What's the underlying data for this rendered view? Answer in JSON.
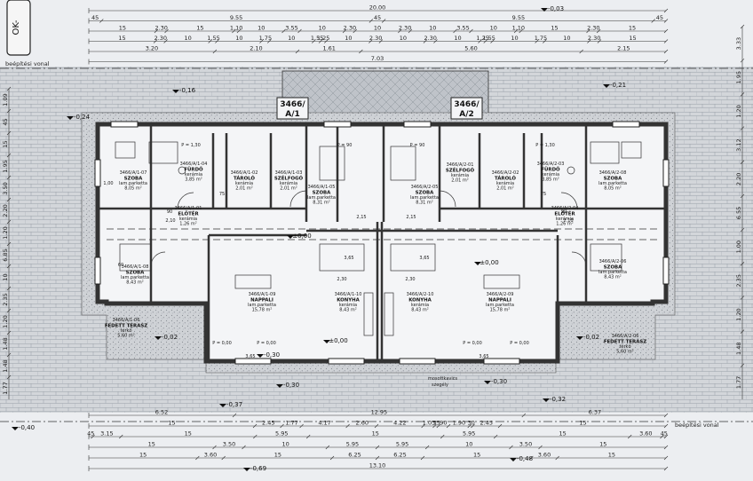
{
  "plot_badge": "OK-",
  "boundary_label_left": "beépítési vonal",
  "boundary_label_right": "beépítési vonal",
  "gravel_label": "mosottkavics\nszegély",
  "unit_labels": [
    "3466/\nA/1",
    "3466/\nA/2"
  ],
  "dims_top": [
    {
      "row": 0,
      "items": [
        "20.00"
      ]
    },
    {
      "row": 1,
      "items": [
        "45",
        "9.55",
        "45",
        "9.55",
        "45"
      ]
    },
    {
      "row": 2,
      "items": [
        "15",
        "2.30",
        "15",
        "1.10",
        "10",
        "3.55",
        "10",
        "2.30",
        "10",
        "2.30",
        "10",
        "3.55",
        "10",
        "1.10",
        "15",
        "2.30",
        "15"
      ]
    },
    {
      "row": 3,
      "items": [
        "15",
        "2.30",
        "10",
        "1.55",
        "10",
        "1.75",
        "10",
        "1.55",
        "1.25",
        "10",
        "2.30",
        "10",
        "2.30",
        "10",
        "1.25",
        "1.55",
        "10",
        "1.75",
        "10",
        "2.30",
        "15"
      ]
    },
    {
      "row": 4,
      "items": [
        "3.20",
        "2.10",
        "1.61",
        "5.60",
        "2.15"
      ]
    },
    {
      "row": 5,
      "items": [
        "7.03"
      ]
    }
  ],
  "dims_bottom": [
    {
      "row": 0,
      "items": [
        "6.52",
        "12.95",
        "6.37"
      ]
    },
    {
      "row": 1,
      "items": [
        "15",
        "2.45",
        "1.77",
        "4.17",
        "2.60",
        "4.22",
        "1.03",
        "35",
        "90",
        "1.90",
        "30",
        "2.45",
        "15"
      ]
    },
    {
      "row": 2,
      "items": [
        "45",
        "3.15",
        "15",
        "5.95",
        "15",
        "5.95",
        "15",
        "3.60",
        "45"
      ]
    },
    {
      "row": 3,
      "items": [
        "15",
        "3.50",
        "10",
        "5.95",
        "5.95",
        "10",
        "3.50",
        "15"
      ]
    },
    {
      "row": 4,
      "items": [
        "15",
        "3.60",
        "15",
        "6.25",
        "6.25",
        "15",
        "3.60",
        "15"
      ]
    },
    {
      "row": 5,
      "items": [
        "13.10"
      ]
    }
  ],
  "dims_left": [
    "1.09",
    "45",
    "15",
    "1.95",
    "3.50",
    "2.20",
    "1.20",
    "6.85",
    "10",
    "2.35",
    "1.20",
    "1.48",
    "1.48",
    "1.77"
  ],
  "dims_right": [
    "3.33",
    "1.95",
    "1.20",
    "3.12",
    "2.20",
    "6.55",
    "1.00",
    "2.35",
    "1.20",
    "1.48",
    "1.77"
  ],
  "elevations": [
    "-0,24",
    "-0,16",
    "-0,21",
    "-0,03",
    "-0,02",
    "-0,02",
    "-0,30",
    "-0,30",
    "-0,37",
    "-0,32",
    "-0,40",
    "-0,69",
    "-0,48",
    "-0,30",
    "±0,00",
    "±0,00",
    "±0,00"
  ],
  "rooms": [
    {
      "id": "3466/A/1-07",
      "name": "SZOBA",
      "finish": "lam.parketta",
      "area": "8,05 m²"
    },
    {
      "id": "3466/A/1-04",
      "name": "FÜRDŐ",
      "finish": "kerámia",
      "area": "3,85 m²"
    },
    {
      "id": "3466/A/1-02",
      "name": "TÁROLÓ",
      "finish": "kerámia",
      "area": "2,01 m²"
    },
    {
      "id": "3466/A/1-03",
      "name": "SZÉLFOGÓ",
      "finish": "kerámia",
      "area": "2,01 m²"
    },
    {
      "id": "3466/A/1-05",
      "name": "SZOBA",
      "finish": "lam.parketta",
      "area": "8,31 m²"
    },
    {
      "id": "3466/A/1-01",
      "name": "ELŐTÉR",
      "finish": "kerámia",
      "area": "1,26 m²"
    },
    {
      "id": "3466/A/1-08",
      "name": "SZOBA",
      "finish": "lam.parketta",
      "area": "8,43 m²"
    },
    {
      "id": "3466/A/1-09",
      "name": "NAPPALI",
      "finish": "lam.parketta",
      "area": "15,78 m²"
    },
    {
      "id": "3466/A/1-10",
      "name": "KONYHA",
      "finish": "kerámia",
      "area": "8,43 m²"
    },
    {
      "id": "3466/A/1-06",
      "name": "FEDETT TERASZ",
      "finish": "térkő",
      "area": "5,60 m²"
    },
    {
      "id": "3466/A/2-05",
      "name": "SZOBA",
      "finish": "lam.parketta",
      "area": "8,31 m²"
    },
    {
      "id": "3466/A/2-01",
      "name": "SZÉLFOGÓ",
      "finish": "kerámia",
      "area": "2,01 m²"
    },
    {
      "id": "3466/A/2-02",
      "name": "TÁROLÓ",
      "finish": "kerámia",
      "area": "2,01 m²"
    },
    {
      "id": "3466/A/2-03",
      "name": "FÜRDŐ",
      "finish": "kerámia",
      "area": "3,85 m²"
    },
    {
      "id": "3466/A/2-08",
      "name": "SZOBA",
      "finish": "lam.parketta",
      "area": "8,05 m²"
    },
    {
      "id": "3466/A/2-04",
      "name": "ELŐTÉR",
      "finish": "kerámia",
      "area": "1,26 m²"
    },
    {
      "id": "3466/A/2-06",
      "name": "SZOBA",
      "finish": "lam.parketta",
      "area": "8,43 m²"
    },
    {
      "id": "3466/A/2-10",
      "name": "KONYHA",
      "finish": "kerámia",
      "area": "8,43 m²"
    },
    {
      "id": "3466/A/2-09",
      "name": "NAPPALI",
      "finish": "lam.parketta",
      "area": "15,78 m²"
    },
    {
      "id": "3466/A/2-06",
      "name": "FEDETT TERASZ",
      "finish": "térkő",
      "area": "5,60 m²"
    }
  ],
  "parapets": [
    "P = 90",
    "P = 90",
    "P = 1,30",
    "P = 1,30",
    "P = 0,00",
    "P = 0,00",
    "P = 0,00",
    "P = 0,00"
  ],
  "inner_dims": [
    "2,30",
    "2,30",
    "3,65",
    "3,65",
    "3,65",
    "3,65",
    "2,10",
    "2,10",
    "2,15",
    "2,15",
    "1,00",
    "75",
    "75",
    "60",
    "90",
    "90"
  ],
  "colors": {
    "wall": "#3a3a3a",
    "line": "#222222",
    "paving": "#c9ccd1",
    "sheet": "#eceef1",
    "interior": "#f3f4f6"
  }
}
